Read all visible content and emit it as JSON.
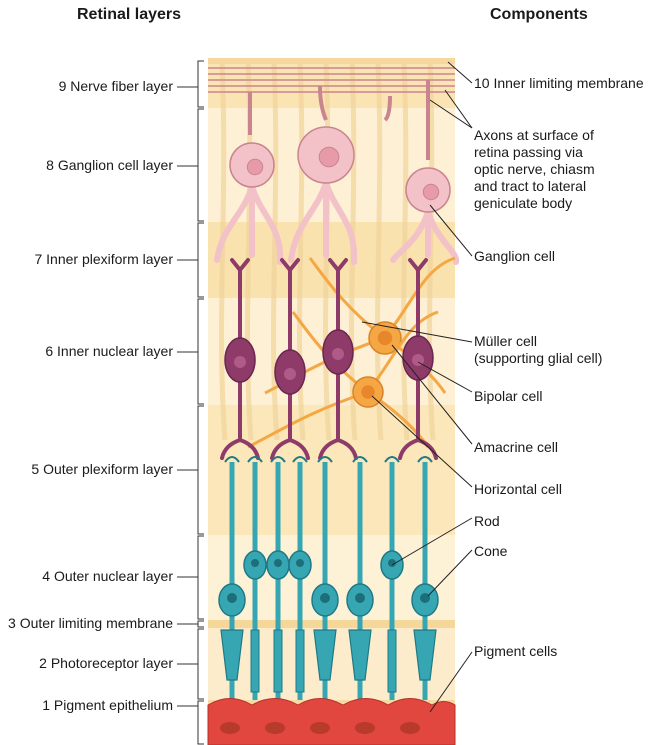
{
  "headers": {
    "left": "Retinal layers",
    "right": "Components"
  },
  "layers": [
    {
      "label": "9 Nerve fiber layer"
    },
    {
      "label": "8 Ganglion cell layer"
    },
    {
      "label": "7 Inner plexiform layer"
    },
    {
      "label": "6 Inner nuclear layer"
    },
    {
      "label": "5 Outer plexiform layer"
    },
    {
      "label": "4 Outer nuclear layer"
    },
    {
      "label": "3 Outer limiting membrane"
    },
    {
      "label": "2 Photoreceptor layer"
    },
    {
      "label": "1 Pigment epithelium"
    }
  ],
  "components": [
    {
      "label": "10 Inner limiting membrane"
    },
    {
      "label": "Axons at surface of\nretina passing via\noptic nerve, chiasm\nand tract to lateral\ngeniculate body"
    },
    {
      "label": "Ganglion cell"
    },
    {
      "label": "Müller cell\n(supporting glial cell)"
    },
    {
      "label": "Bipolar cell"
    },
    {
      "label": "Amacrine cell"
    },
    {
      "label": "Horizontal cell"
    },
    {
      "label": "Rod"
    },
    {
      "label": "Cone"
    },
    {
      "label": "Pigment cells"
    }
  ],
  "colors": {
    "ganglion": "#f2c2c8",
    "ganglion_stroke": "#c9848f",
    "bipolar": "#8e3b6a",
    "bipolar_stroke": "#6a2650",
    "orange": "#f4a742",
    "orange_stroke": "#d9822b",
    "teal": "#37a6b3",
    "teal_stroke": "#1f7a86",
    "pigment": "#e1463f",
    "layer_light": "#fdf0cf",
    "layer_dark": "#f8dfa6"
  }
}
